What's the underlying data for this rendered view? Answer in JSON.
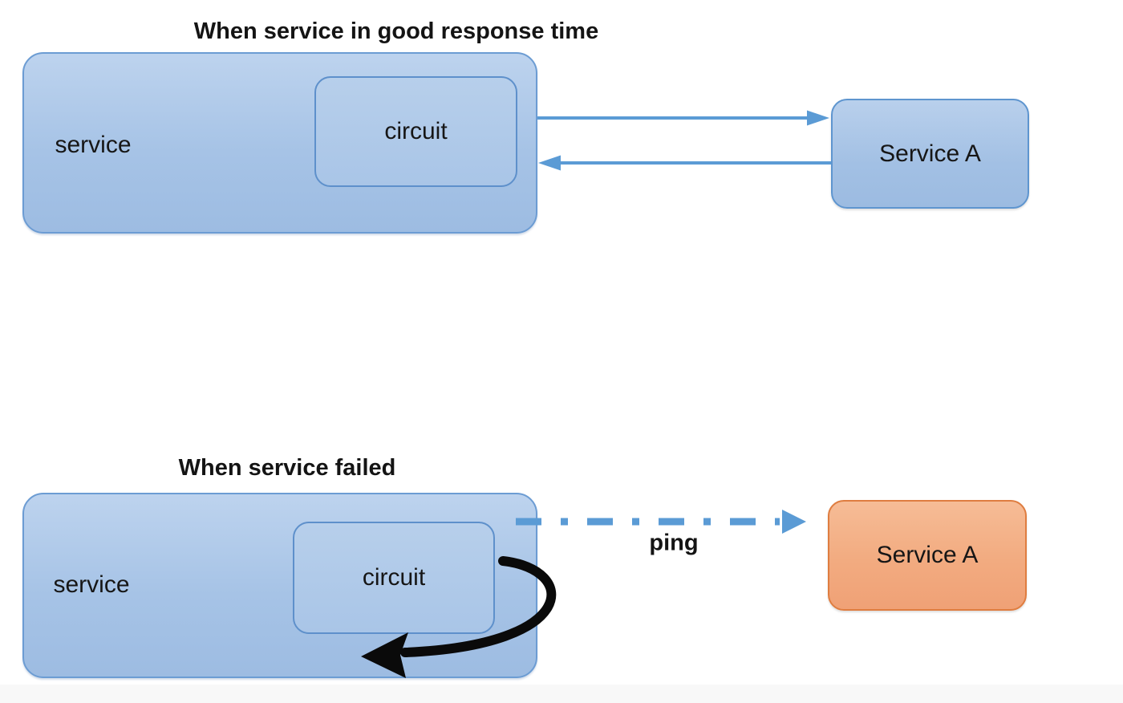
{
  "diagram": {
    "good": {
      "title": "When service in good response time",
      "service_label": "service",
      "circuit_label": "circuit",
      "remote_label": "Service A"
    },
    "failed": {
      "title": "When service failed",
      "service_label": "service",
      "circuit_label": "circuit",
      "remote_label": "Service A",
      "ping_label": "ping"
    },
    "arrows": {
      "request": {
        "style": "solid",
        "direction": "right",
        "color": "#5b9bd5"
      },
      "response": {
        "style": "solid",
        "direction": "left",
        "color": "#5b9bd5"
      },
      "ping": {
        "style": "dash-dot",
        "direction": "right",
        "color": "#5b9bd5",
        "label": "ping"
      },
      "fallback_loop": {
        "style": "solid-curve",
        "direction": "loop-back-left",
        "color": "#0a0a0a"
      }
    },
    "colors": {
      "service_fill_top": "#bdd3ee",
      "service_fill_bottom": "#9dbce2",
      "service_border": "#6c9cd3",
      "circuit_border": "#5e90cb",
      "remote_ok_border": "#5e95cf",
      "remote_failed_fill_top": "#f6bc96",
      "remote_failed_fill_bottom": "#f0a176",
      "remote_failed_border": "#df7d40",
      "arrow_blue": "#5b9bd5",
      "loop_black": "#0a0a0a",
      "text": "#161616",
      "background": "#ffffff"
    }
  }
}
